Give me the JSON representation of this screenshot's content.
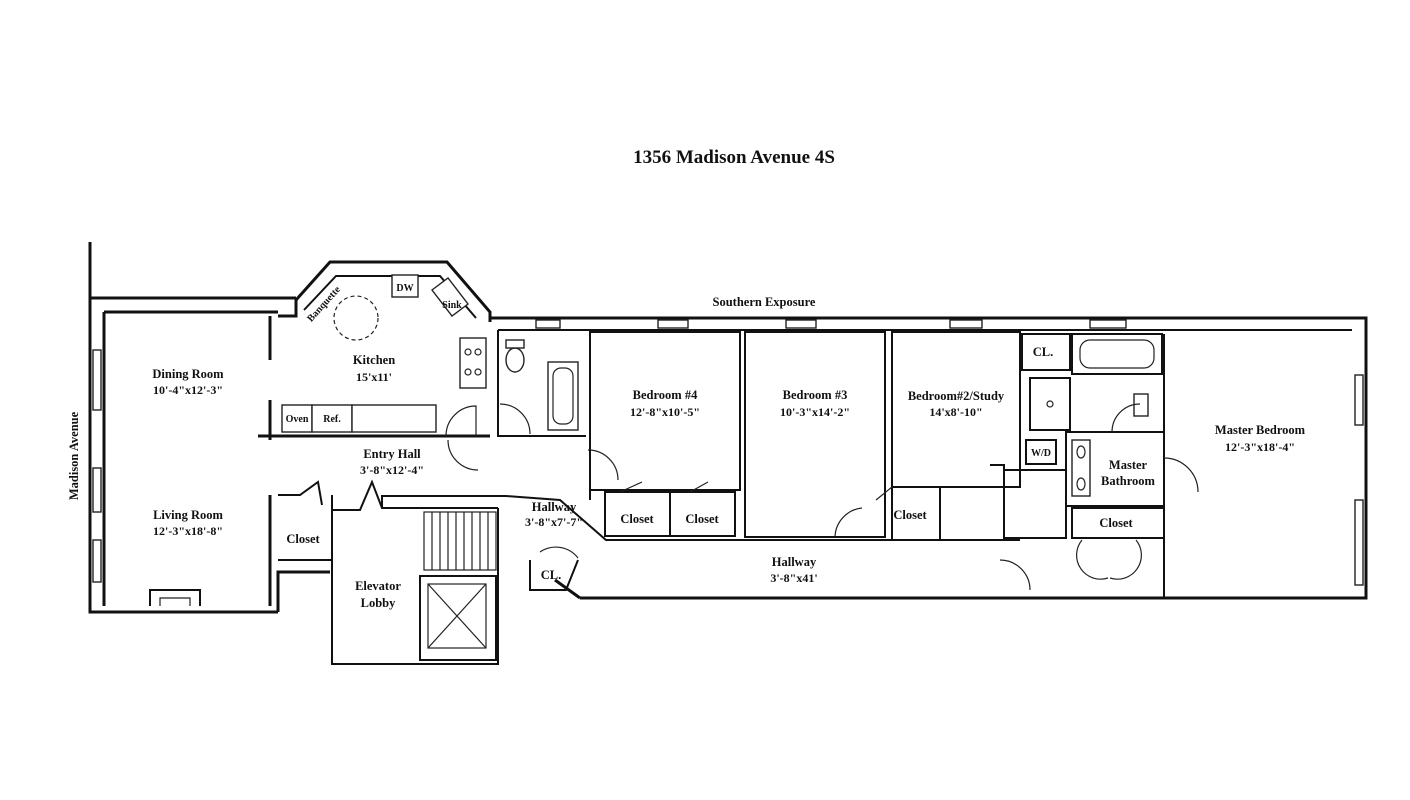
{
  "title": "1356 Madison Avenue 4S",
  "street_label": "Madison Avenue",
  "exposure_label": "Southern Exposure",
  "rooms": {
    "dining": {
      "name": "Dining Room",
      "dim": "10'-4\"x12'-3\""
    },
    "living": {
      "name": "Living Room",
      "dim": "12'-3\"x18'-8\""
    },
    "kitchen": {
      "name": "Kitchen",
      "dim": "15'x11'"
    },
    "entry_hall": {
      "name": "Entry Hall",
      "dim": "3'-8\"x12'-4\""
    },
    "hallway_short": {
      "name": "Hallway",
      "dim": "3'-8\"x7'-7\""
    },
    "hallway_long": {
      "name": "Hallway",
      "dim": "3'-8\"x41'"
    },
    "bedroom4": {
      "name": "Bedroom #4",
      "dim": "12'-8\"x10'-5\""
    },
    "bedroom3": {
      "name": "Bedroom #3",
      "dim": "10'-3\"x14'-2\""
    },
    "bedroom2": {
      "name": "Bedroom#2/Study",
      "dim": "14'x8'-10\""
    },
    "master": {
      "name": "Master Bedroom",
      "dim": "12'-3\"x18'-4\""
    },
    "master_bath": {
      "line1": "Master",
      "line2": "Bathroom"
    },
    "elevator_lobby": {
      "line1": "Elevator",
      "line2": "Lobby"
    }
  },
  "closets": {
    "closet_label": "Closet",
    "cl_label": "CL."
  },
  "fixtures": {
    "dw": "DW",
    "sink": "Sink",
    "banquette": "Banquette",
    "oven": "Oven",
    "ref": "Ref.",
    "wd": "W/D"
  }
}
